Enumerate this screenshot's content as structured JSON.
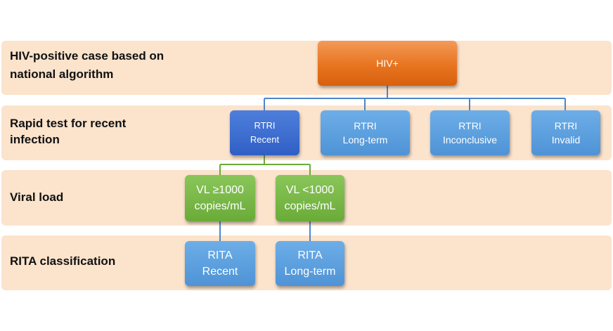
{
  "rows": {
    "case": {
      "label": "HIV-positive case based on\nnational algorithm"
    },
    "rapid_test": {
      "label": "Rapid test for recent\ninfection"
    },
    "viral_load": {
      "label": "Viral load"
    },
    "rita": {
      "label": "RITA classification"
    }
  },
  "nodes": {
    "hiv": {
      "line1": "HIV+"
    },
    "rtri_recent": {
      "line1": "RTRI",
      "line2": "Recent"
    },
    "rtri_longterm": {
      "line1": "RTRI",
      "line2": "Long-term"
    },
    "rtri_inconclusive": {
      "line1": "RTRI",
      "line2": "Inconclusive"
    },
    "rtri_invalid": {
      "line1": "RTRI",
      "line2": "Invalid"
    },
    "vl_high": {
      "line1": "VL ≥1000",
      "line2": "copies/mL"
    },
    "vl_low": {
      "line1": "VL <1000",
      "line2": "copies/mL"
    },
    "rita_recent": {
      "line1": "RITA",
      "line2": "Recent"
    },
    "rita_longterm": {
      "line1": "RITA",
      "line2": "Long-term"
    }
  },
  "colors": {
    "band": "#fbe3cc",
    "hiv_node": "#e8741f",
    "rtri_node": "#4f93d6",
    "rtri_recent_node": "#2f5fc5",
    "vl_node": "#6aab38",
    "rita_node": "#4f93d6",
    "blue_connector": "#4f86c6",
    "green_connector": "#6aab38"
  }
}
